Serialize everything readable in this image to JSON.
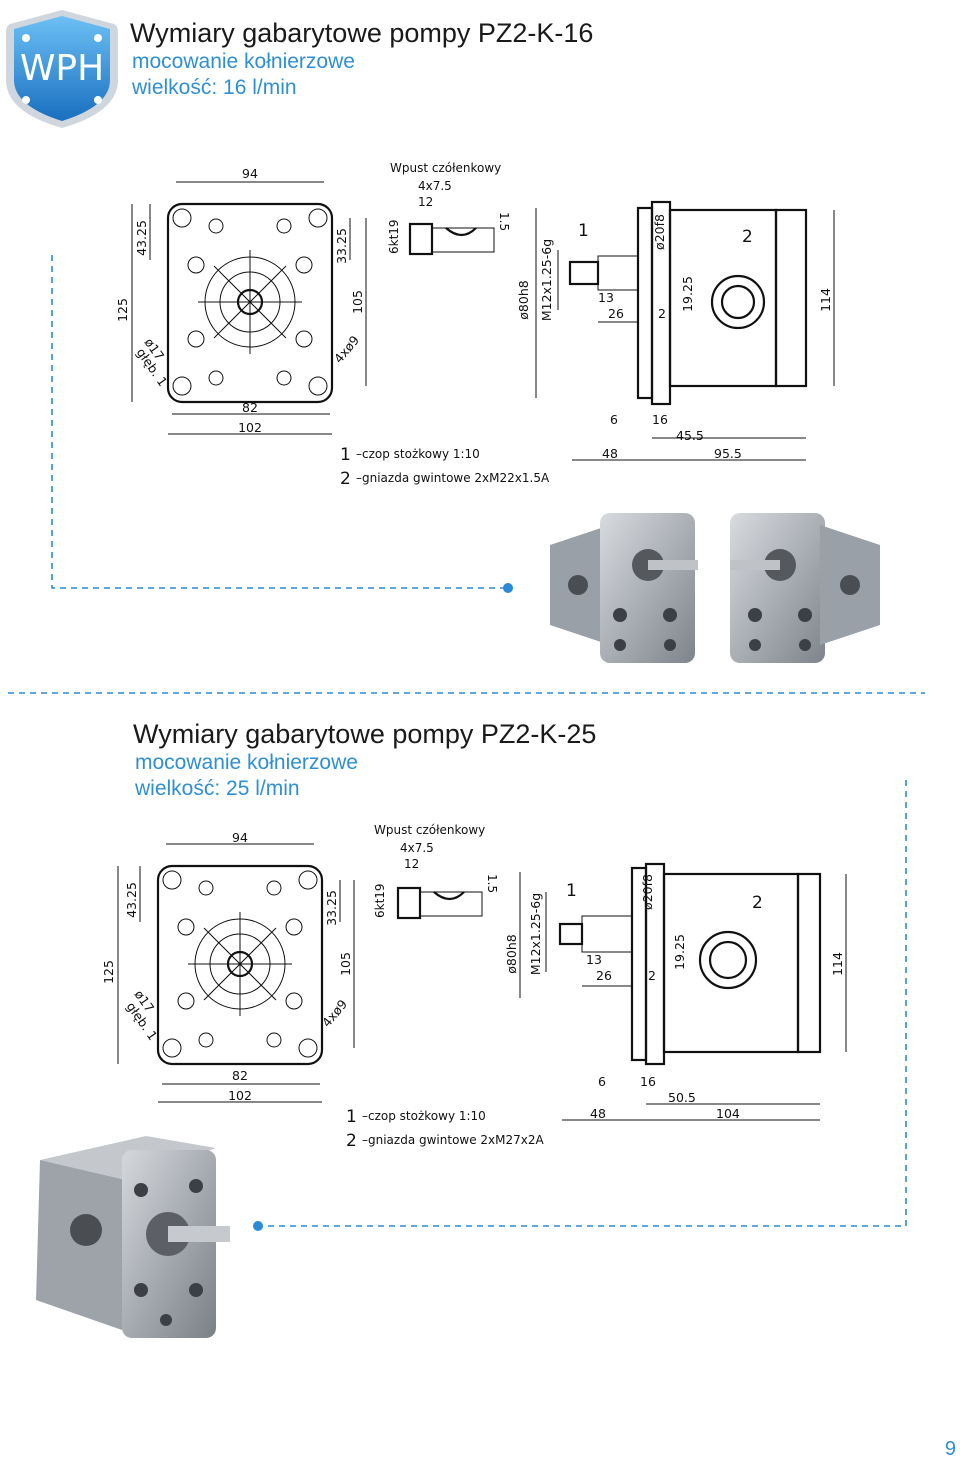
{
  "logo": {
    "text": "WPH"
  },
  "sections": [
    {
      "title": "Wymiary gabarytowe pompy PZ2-K-16",
      "mounting": "mocowanie kołnierzowe",
      "size": "wielkość: 16 l/min",
      "drawing": {
        "front_dims": {
          "width_top": "94",
          "h_left": "43.25",
          "h_right": "33.25",
          "total_h": "125",
          "inner_h": "105",
          "bore": "ø17",
          "depth": "głęb. 1",
          "holes": "4xø9",
          "w_inner": "82",
          "w_outer": "102"
        },
        "key": {
          "label": "Wpust czółenkowy",
          "size": "4x7.5",
          "len": "12",
          "depth": "1.5",
          "hex": "6kt19"
        },
        "side_dims": {
          "d_pilot": "ø80h8",
          "thread": "M12x1.25-6g",
          "d_shaft": "ø20f8",
          "mark1": "1",
          "mark2": "2",
          "d13": "13",
          "d26": "26",
          "d2": "2",
          "d1925": "19.25",
          "height": "114",
          "d6": "6",
          "d16": "16",
          "d_mid": "45.5",
          "d48": "48",
          "d_total": "95.5"
        },
        "legend_1": "–czop stożkowy 1:10",
        "legend_2": "–gniazda gwintowe 2xM22x1.5A"
      }
    },
    {
      "title": "Wymiary gabarytowe pompy PZ2-K-25",
      "mounting": "mocowanie kołnierzowe",
      "size": "wielkość: 25 l/min",
      "drawing": {
        "front_dims": {
          "width_top": "94",
          "h_left": "43.25",
          "h_right": "33.25",
          "total_h": "125",
          "inner_h": "105",
          "bore": "ø17",
          "depth": "głęb. 1",
          "holes": "4xø9",
          "w_inner": "82",
          "w_outer": "102"
        },
        "key": {
          "label": "Wpust czółenkowy",
          "size": "4x7.5",
          "len": "12",
          "depth": "1.5",
          "hex": "6kt19"
        },
        "side_dims": {
          "d_pilot": "ø80h8",
          "thread": "M12x1.25-6g",
          "d_shaft": "ø20f8",
          "mark1": "1",
          "mark2": "2",
          "d13": "13",
          "d26": "26",
          "d2": "2",
          "d1925": "19.25",
          "height": "114",
          "d6": "6",
          "d16": "16",
          "d_mid": "50.5",
          "d48": "48",
          "d_total": "104"
        },
        "legend_1": "–czop stożkowy 1:10",
        "legend_2": "–gniazda gwintowe 2xM27x2A"
      }
    }
  ],
  "page_number": "9",
  "colors": {
    "accent": "#2f8fd6",
    "logo_bg": "#2a8ad6",
    "metal": "#a9adb3"
  }
}
